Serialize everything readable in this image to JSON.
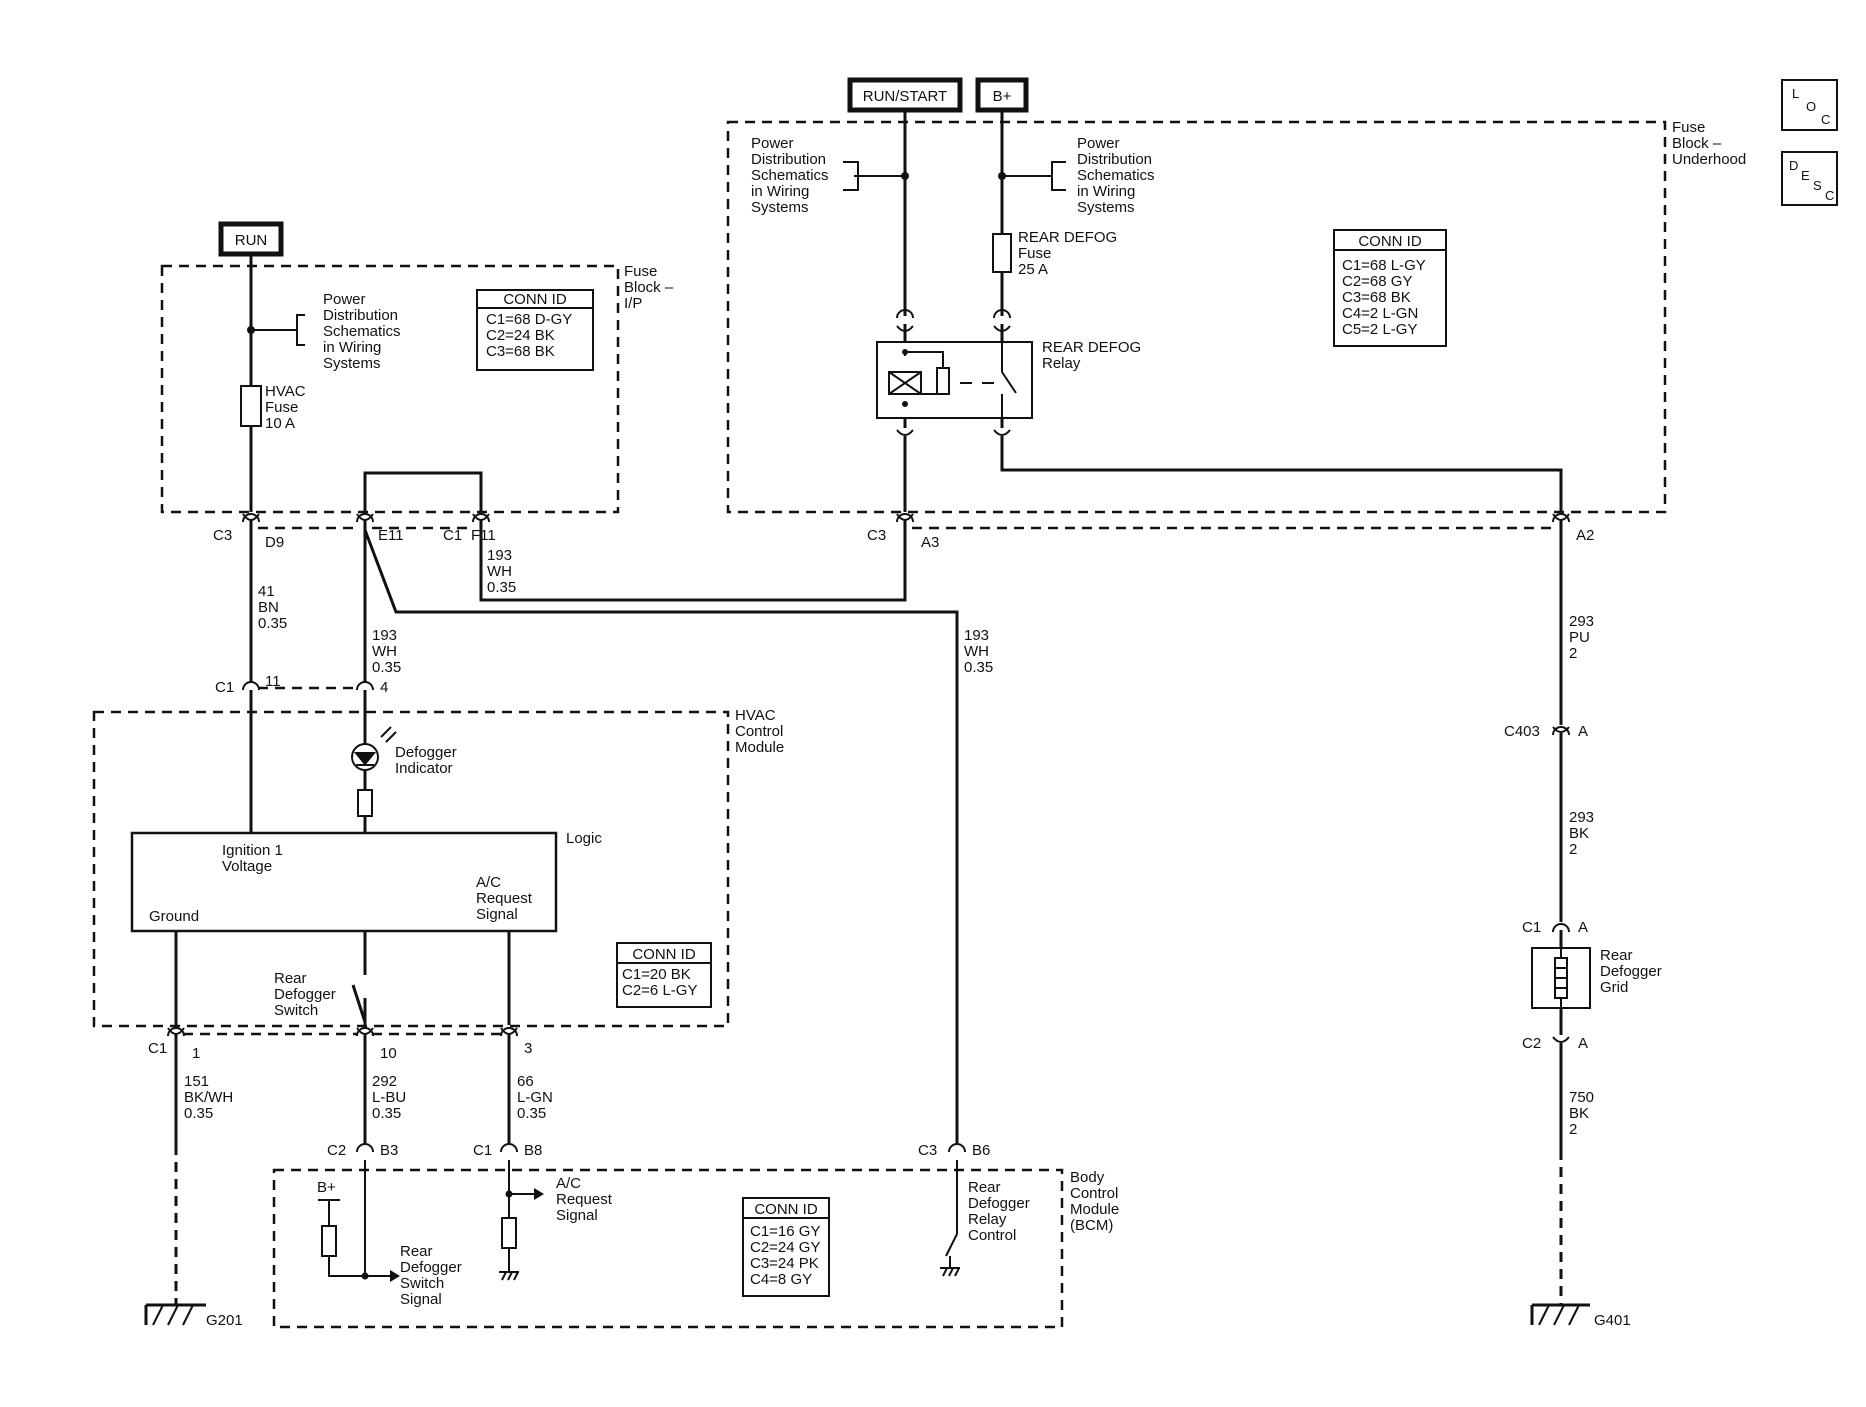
{
  "sources": {
    "run": "RUN",
    "run_start": "RUN/START",
    "b_plus": "B+"
  },
  "icons": {
    "loc": [
      "L",
      "O",
      "C"
    ],
    "desc": [
      "D",
      "E",
      "S",
      "C"
    ]
  },
  "fuse_block_ip": {
    "title": [
      "Fuse",
      "Block –",
      "I/P"
    ],
    "power_dist": [
      "Power",
      "Distribution",
      "Schematics",
      "in Wiring",
      "Systems"
    ],
    "fuse": [
      "HVAC",
      "Fuse",
      "10 A"
    ],
    "conn_title": "CONN ID",
    "conn": [
      "C1=68 D-GY",
      "C2=24 BK",
      "C3=68 BK"
    ]
  },
  "fuse_block_underhood": {
    "title": [
      "Fuse",
      "Block –",
      "Underhood"
    ],
    "power_dist_left": [
      "Power",
      "Distribution",
      "Schematics",
      "in Wiring",
      "Systems"
    ],
    "power_dist_right": [
      "Power",
      "Distribution",
      "Schematics",
      "in Wiring",
      "Systems"
    ],
    "fuse": [
      "REAR DEFOG",
      "Fuse",
      "25 A"
    ],
    "relay": [
      "REAR DEFOG",
      "Relay"
    ],
    "conn_title": "CONN ID",
    "conn": [
      "C1=68 L-GY",
      "C2=68 GY",
      "C3=68 BK",
      "C4=2 L-GN",
      "C5=2 L-GY"
    ]
  },
  "connectors": {
    "c3_d9": [
      "C3",
      "D9"
    ],
    "e11": "E11",
    "c1_f11": [
      "C1",
      "F11"
    ],
    "c3_a3": [
      "C3",
      "A3"
    ],
    "a2": "A2",
    "c1_11": [
      "C1",
      "11"
    ],
    "pin4": "4",
    "c1_1": [
      "C1",
      "1"
    ],
    "pin10": "10",
    "pin3": "3",
    "c2_b3": [
      "C2",
      "B3"
    ],
    "c1_b8": [
      "C1",
      "B8"
    ],
    "c3_b6": [
      "C3",
      "B6"
    ],
    "c403": [
      "C403",
      "A"
    ],
    "grid_c1": [
      "C1",
      "A"
    ],
    "grid_c2": [
      "C2",
      "A"
    ]
  },
  "wires": {
    "w41": [
      "41",
      "BN",
      "0.35"
    ],
    "w193_f11": [
      "193",
      "WH",
      "0.35"
    ],
    "w193_e11": [
      "193",
      "WH",
      "0.35"
    ],
    "w193_b6": [
      "193",
      "WH",
      "0.35"
    ],
    "w293_pu": [
      "293",
      "PU",
      "2"
    ],
    "w293_bk": [
      "293",
      "BK",
      "2"
    ],
    "w151": [
      "151",
      "BK/WH",
      "0.35"
    ],
    "w292": [
      "292",
      "L-BU",
      "0.35"
    ],
    "w66": [
      "66",
      "L-GN",
      "0.35"
    ],
    "w750": [
      "750",
      "BK",
      "2"
    ]
  },
  "hvac_module": {
    "title": [
      "HVAC",
      "Control",
      "Module"
    ],
    "indicator": [
      "Defogger",
      "Indicator"
    ],
    "logic": "Logic",
    "ign": [
      "Ignition 1",
      "Voltage"
    ],
    "ground": "Ground",
    "ac": [
      "A/C",
      "Request",
      "Signal"
    ],
    "switch": [
      "Rear",
      "Defogger",
      "Switch"
    ],
    "conn_title": "CONN ID",
    "conn": [
      "C1=20 BK",
      "C2=6 L-GY"
    ]
  },
  "bcm": {
    "title": [
      "Body",
      "Control",
      "Module",
      "(BCM)"
    ],
    "b_plus": "B+",
    "switch_signal": [
      "Rear",
      "Defogger",
      "Switch",
      "Signal"
    ],
    "ac_signal": [
      "A/C",
      "Request",
      "Signal"
    ],
    "relay_control": [
      "Rear",
      "Defogger",
      "Relay",
      "Control"
    ],
    "conn_title": "CONN ID",
    "conn": [
      "C1=16 GY",
      "C2=24 GY",
      "C3=24 PK",
      "C4=8 GY"
    ]
  },
  "grid": [
    "Rear",
    "Defogger",
    "Grid"
  ],
  "grounds": {
    "g201": "G201",
    "g401": "G401"
  }
}
